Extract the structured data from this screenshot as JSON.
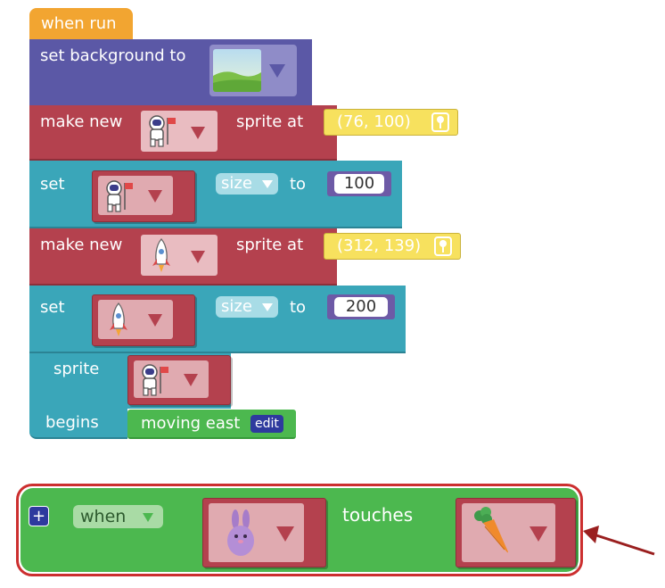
{
  "script": {
    "hat_label": "when run",
    "set_background_label": "set background to",
    "make_new_label": "make new",
    "sprite_at_label": "sprite at",
    "set_label": "set",
    "size_label": "size",
    "to_label": "to",
    "sprite_label": "sprite",
    "begins_label": "begins",
    "astronaut_location": "(76, 100)",
    "astronaut_size": "100",
    "rocket_location": "(312, 139)",
    "rocket_size": "200",
    "behavior": "moving east",
    "edit_label": "edit"
  },
  "event_block": {
    "plus_label": "+",
    "when_label": "when",
    "touches_label": "touches",
    "first_sprite_icon": "bunny-icon",
    "second_sprite_icon": "carrot-icon"
  },
  "icons": [
    "landscape-icon",
    "astronaut-icon",
    "rocket-icon",
    "bunny-icon",
    "carrot-icon",
    "location-pin-icon",
    "arrow-icon"
  ],
  "colors": {
    "hat": "#f2a531",
    "purple_block": "#5b58a6",
    "red_block": "#b4414e",
    "teal_block": "#3aa6b9",
    "green_block": "#4cb84f",
    "highlight": "#cc2f2f",
    "yellow_input": "#f7e15e"
  }
}
